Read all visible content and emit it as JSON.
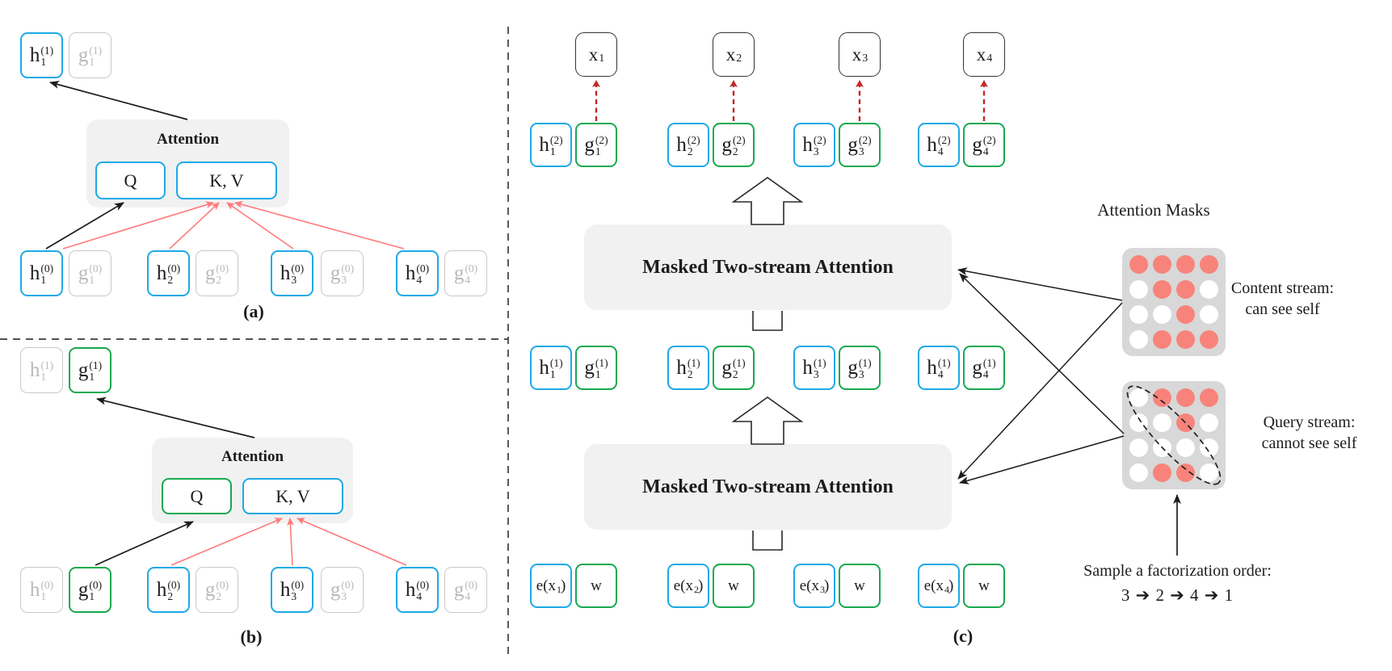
{
  "figure": {
    "attention_title": "Attention",
    "q_label": "Q",
    "kv_label": "K, V",
    "masked_attention_label": "Masked Two-stream Attention",
    "attention_masks_title": "Attention Masks",
    "panel_labels": {
      "a": "(a)",
      "b": "(b)",
      "c": "(c)"
    },
    "content_stream_caption": [
      "Content stream:",
      "can see self"
    ],
    "query_stream_caption": [
      "Query stream:",
      "cannot see self"
    ],
    "factorization_caption": "Sample a factorization order:",
    "factorization_order": "3 ➔ 2 ➔ 4 ➔ 1"
  },
  "colors": {
    "stream_h_blue": "#1ea9e6",
    "stream_g_green": "#17a94f",
    "inactive_gray_border": "#c9c9c9",
    "inactive_gray_text": "#b9b9b9",
    "attention_arrow_red": "#ff7a7a",
    "predict_arrow_dark_red": "#c22826",
    "mask_dot_red": "#f8837b",
    "mask_background": "#d8d8d8",
    "attention_box_background": "#f1f1f1"
  },
  "nodes": {
    "panel_a": {
      "output_nodes": [
        {
          "base": "h",
          "sub": "1",
          "sup": "(1)",
          "variant": "blue"
        },
        {
          "base": "g",
          "sub": "1",
          "sup": "(1)",
          "variant": "gray"
        }
      ],
      "input_nodes": [
        {
          "base": "h",
          "sub": "1",
          "sup": "(0)",
          "variant": "blue"
        },
        {
          "base": "g",
          "sub": "1",
          "sup": "(0)",
          "variant": "gray"
        },
        {
          "base": "h",
          "sub": "2",
          "sup": "(0)",
          "variant": "blue"
        },
        {
          "base": "g",
          "sub": "2",
          "sup": "(0)",
          "variant": "gray"
        },
        {
          "base": "h",
          "sub": "3",
          "sup": "(0)",
          "variant": "blue"
        },
        {
          "base": "g",
          "sub": "3",
          "sup": "(0)",
          "variant": "gray"
        },
        {
          "base": "h",
          "sub": "4",
          "sup": "(0)",
          "variant": "blue"
        },
        {
          "base": "g",
          "sub": "4",
          "sup": "(0)",
          "variant": "gray"
        }
      ]
    },
    "panel_b": {
      "output_nodes": [
        {
          "base": "h",
          "sub": "1",
          "sup": "(1)",
          "variant": "gray"
        },
        {
          "base": "g",
          "sub": "1",
          "sup": "(1)",
          "variant": "green"
        }
      ],
      "input_nodes": [
        {
          "base": "h",
          "sub": "1",
          "sup": "(0)",
          "variant": "gray"
        },
        {
          "base": "g",
          "sub": "1",
          "sup": "(0)",
          "variant": "green"
        },
        {
          "base": "h",
          "sub": "2",
          "sup": "(0)",
          "variant": "blue"
        },
        {
          "base": "g",
          "sub": "2",
          "sup": "(0)",
          "variant": "gray"
        },
        {
          "base": "h",
          "sub": "3",
          "sup": "(0)",
          "variant": "blue"
        },
        {
          "base": "g",
          "sub": "3",
          "sup": "(0)",
          "variant": "gray"
        },
        {
          "base": "h",
          "sub": "4",
          "sup": "(0)",
          "variant": "blue"
        },
        {
          "base": "g",
          "sub": "4",
          "sup": "(0)",
          "variant": "gray"
        }
      ]
    },
    "panel_c": {
      "x_nodes": [
        {
          "base": "x",
          "sub": "1",
          "variant": "plain"
        },
        {
          "base": "x",
          "sub": "2",
          "variant": "plain"
        },
        {
          "base": "x",
          "sub": "3",
          "variant": "plain"
        },
        {
          "base": "x",
          "sub": "4",
          "variant": "plain"
        }
      ],
      "layer2_nodes": [
        {
          "base": "h",
          "sub": "1",
          "sup": "(2)",
          "variant": "blue"
        },
        {
          "base": "g",
          "sub": "1",
          "sup": "(2)",
          "variant": "green"
        },
        {
          "base": "h",
          "sub": "2",
          "sup": "(2)",
          "variant": "blue"
        },
        {
          "base": "g",
          "sub": "2",
          "sup": "(2)",
          "variant": "green"
        },
        {
          "base": "h",
          "sub": "3",
          "sup": "(2)",
          "variant": "blue"
        },
        {
          "base": "g",
          "sub": "3",
          "sup": "(2)",
          "variant": "green"
        },
        {
          "base": "h",
          "sub": "4",
          "sup": "(2)",
          "variant": "blue"
        },
        {
          "base": "g",
          "sub": "4",
          "sup": "(2)",
          "variant": "green"
        }
      ],
      "layer1_nodes": [
        {
          "base": "h",
          "sub": "1",
          "sup": "(1)",
          "variant": "blue"
        },
        {
          "base": "g",
          "sub": "1",
          "sup": "(1)",
          "variant": "green"
        },
        {
          "base": "h",
          "sub": "2",
          "sup": "(1)",
          "variant": "blue"
        },
        {
          "base": "g",
          "sub": "2",
          "sup": "(1)",
          "variant": "green"
        },
        {
          "base": "h",
          "sub": "3",
          "sup": "(1)",
          "variant": "blue"
        },
        {
          "base": "g",
          "sub": "3",
          "sup": "(1)",
          "variant": "green"
        },
        {
          "base": "h",
          "sub": "4",
          "sup": "(1)",
          "variant": "blue"
        },
        {
          "base": "g",
          "sub": "4",
          "sup": "(1)",
          "variant": "green"
        }
      ],
      "embedding_nodes": [
        {
          "pre": "e(x",
          "sub": "1",
          "post": ")",
          "variant": "blue"
        },
        {
          "pre": "w",
          "variant": "green"
        },
        {
          "pre": "e(x",
          "sub": "2",
          "post": ")",
          "variant": "blue"
        },
        {
          "pre": "w",
          "variant": "green"
        },
        {
          "pre": "e(x",
          "sub": "3",
          "post": ")",
          "variant": "blue"
        },
        {
          "pre": "w",
          "variant": "green"
        },
        {
          "pre": "e(x",
          "sub": "4",
          "post": ")",
          "variant": "blue"
        },
        {
          "pre": "w",
          "variant": "green"
        }
      ]
    }
  },
  "attention_masks": {
    "content_mask": {
      "grid": [
        [
          1,
          1,
          1,
          1
        ],
        [
          0,
          1,
          1,
          0
        ],
        [
          0,
          0,
          1,
          0
        ],
        [
          0,
          1,
          1,
          1
        ]
      ]
    },
    "query_mask": {
      "grid": [
        [
          0,
          1,
          1,
          1
        ],
        [
          0,
          0,
          1,
          0
        ],
        [
          0,
          0,
          0,
          0
        ],
        [
          0,
          1,
          1,
          0
        ]
      ]
    }
  }
}
